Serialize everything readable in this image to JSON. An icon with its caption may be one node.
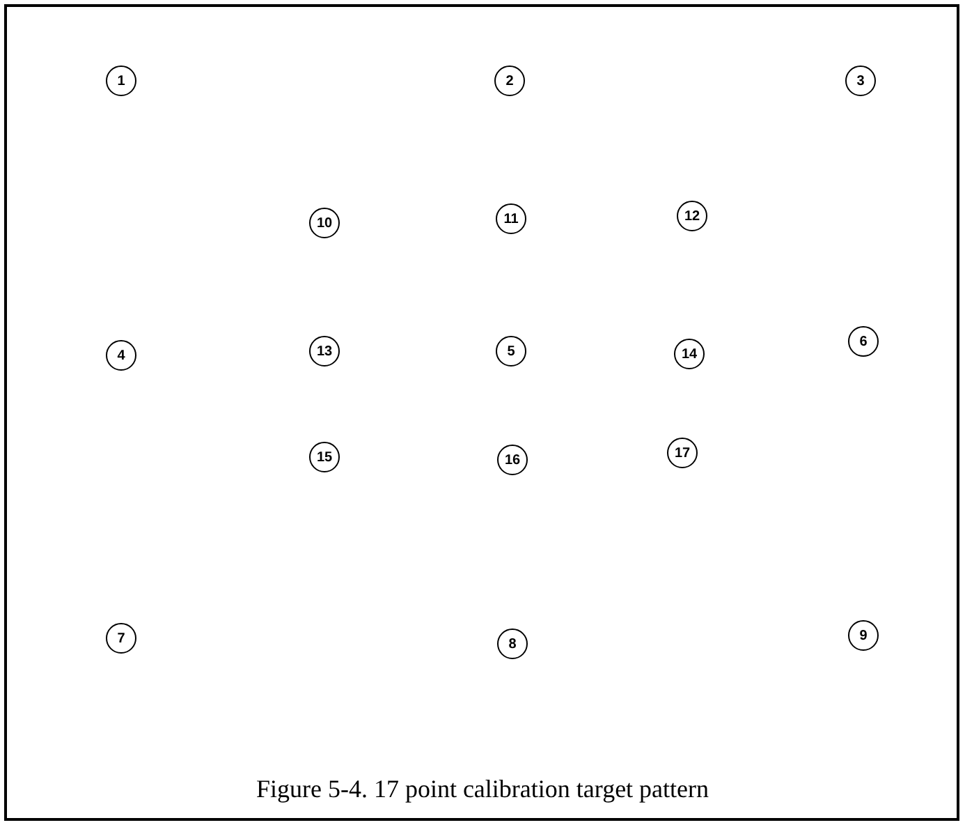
{
  "diagram": {
    "caption": "Figure 5-4. 17 point calibration target pattern",
    "nodes": [
      {
        "text": [
          "1"
        ]
      },
      {
        "text": [
          "2"
        ]
      },
      {
        "text": [
          "3"
        ]
      },
      {
        "text": [
          "10"
        ]
      },
      {
        "text": [
          "11"
        ]
      },
      {
        "text": [
          "12"
        ]
      },
      {
        "text": [
          "4"
        ]
      },
      {
        "text": [
          "13"
        ]
      },
      {
        "text": [
          "5"
        ]
      },
      {
        "text": [
          "14"
        ]
      },
      {
        "text": [
          "6"
        ]
      },
      {
        "text": [
          "15"
        ]
      },
      {
        "text": [
          "16"
        ]
      },
      {
        "text": [
          "17"
        ]
      },
      {
        "text": [
          "7"
        ]
      },
      {
        "text": [
          "8"
        ]
      },
      {
        "text": [
          "9"
        ]
      }
    ]
  }
}
